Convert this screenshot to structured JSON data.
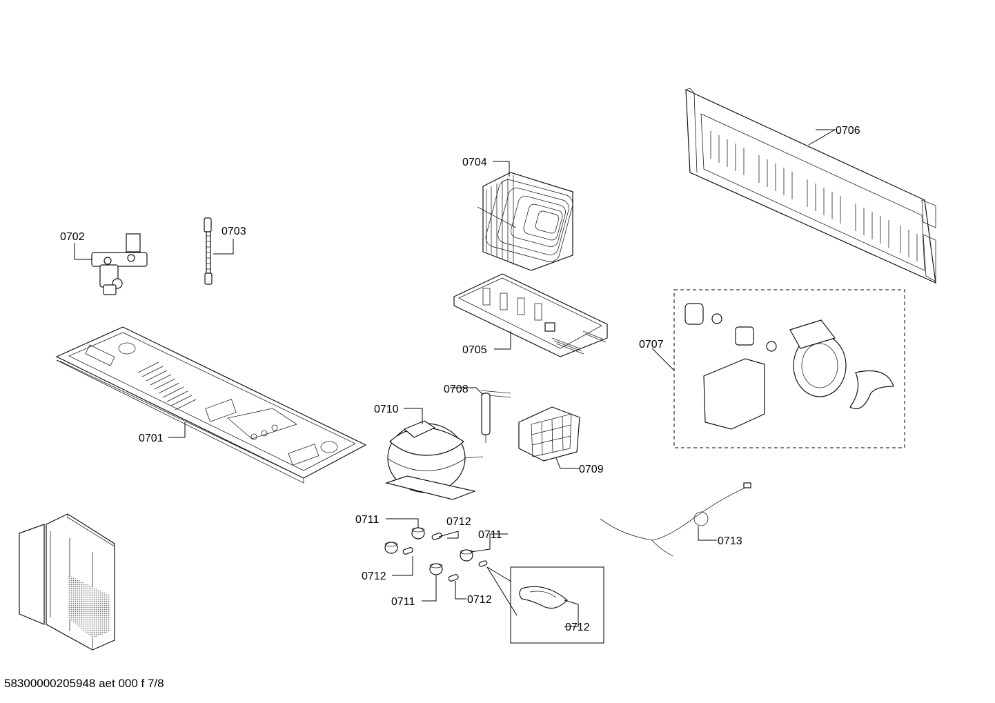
{
  "footer": {
    "document_id": "58300000205948 aet 000 f 7/8"
  },
  "labels": {
    "p0701": "0701",
    "p0702": "0702",
    "p0703": "0703",
    "p0704": "0704",
    "p0705": "0705",
    "p0706": "0706",
    "p0707": "0707",
    "p0708": "0708",
    "p0709": "0709",
    "p0710": "0710",
    "p0711a": "0711",
    "p0711b": "0711",
    "p0711c": "0711",
    "p0712a": "0712",
    "p0712b": "0712",
    "p0712c": "0712",
    "p0712d": "0712",
    "p0713": "0713"
  },
  "colors": {
    "line": "#000000",
    "background": "#ffffff",
    "shade": "#9a9a9a"
  }
}
